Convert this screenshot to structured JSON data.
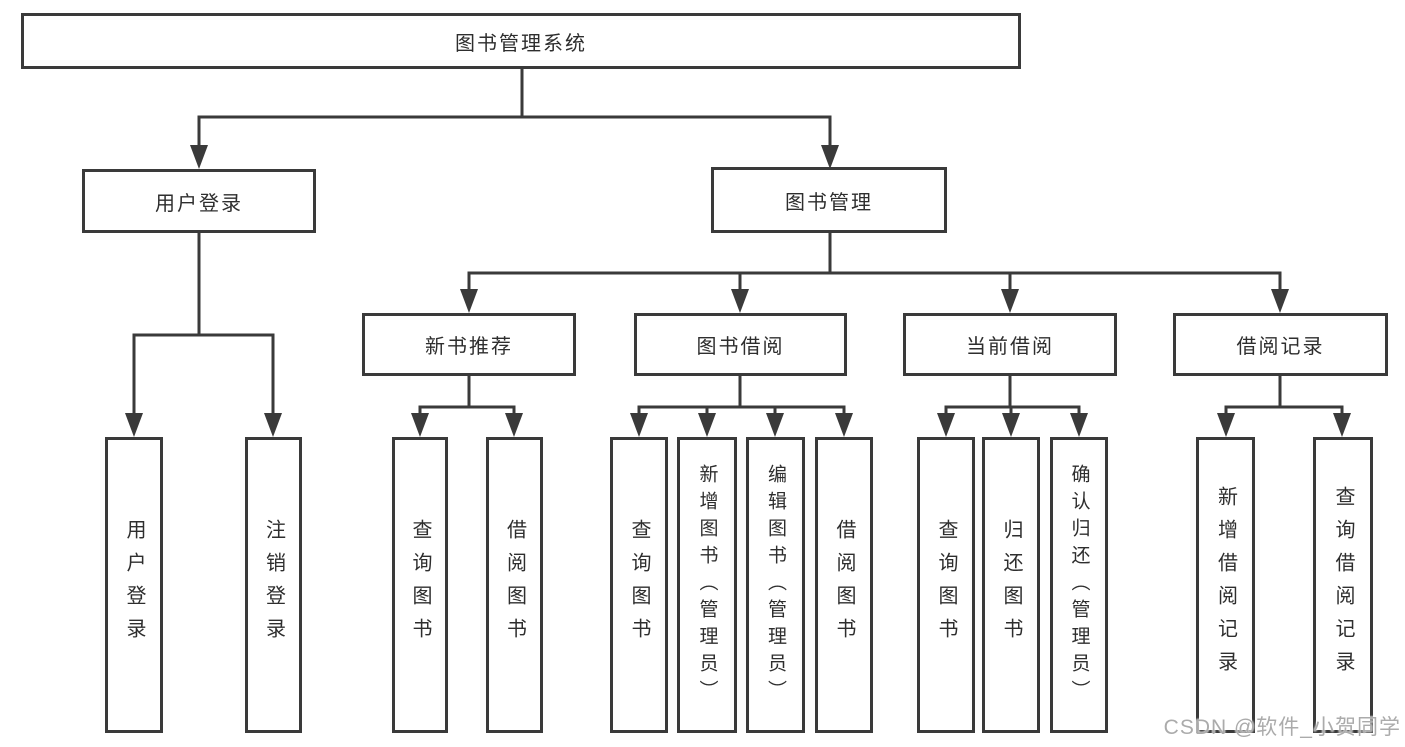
{
  "style": {
    "line_color": "#3a3a3a",
    "text_color": "#2e2e2e",
    "background": "#ffffff",
    "watermark_color": "#ababab"
  },
  "watermark": {
    "text": "CSDN @软件_小贺同学"
  },
  "tree": {
    "root": {
      "label": "图书管理系统"
    },
    "branches": [
      {
        "label": "用户登录",
        "children": [
          {
            "label": "用户登录"
          },
          {
            "label": "注销登录"
          }
        ]
      },
      {
        "label": "图书管理",
        "children": [
          {
            "label": "新书推荐",
            "children": [
              {
                "label": "查询图书"
              },
              {
                "label": "借阅图书"
              }
            ]
          },
          {
            "label": "图书借阅",
            "children": [
              {
                "label": "查询图书"
              },
              {
                "label": "新增图书（管理员）"
              },
              {
                "label": "编辑图书（管理员）"
              },
              {
                "label": "借阅图书"
              }
            ]
          },
          {
            "label": "当前借阅",
            "children": [
              {
                "label": "查询图书"
              },
              {
                "label": "归还图书"
              },
              {
                "label": "确认归还（管理员）"
              }
            ]
          },
          {
            "label": "借阅记录",
            "children": [
              {
                "label": "新增借阅记录"
              },
              {
                "label": "查询借阅记录"
              }
            ]
          }
        ]
      }
    ]
  }
}
